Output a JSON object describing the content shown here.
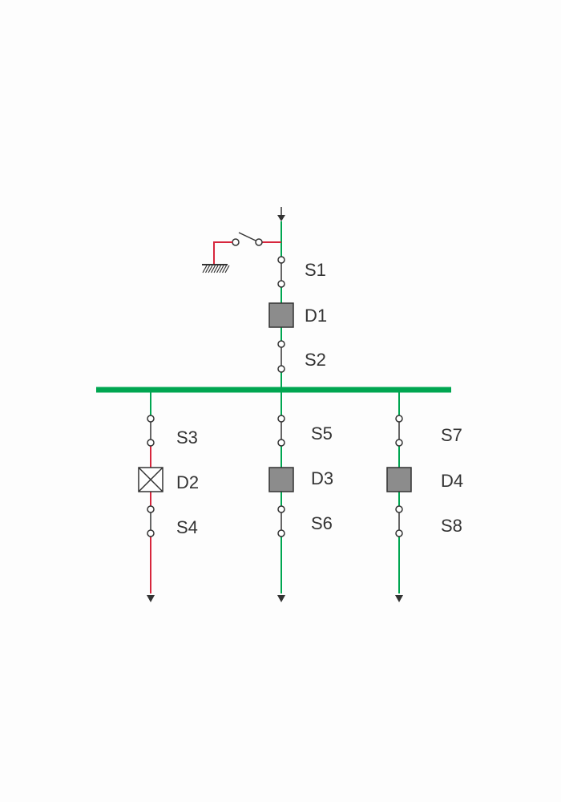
{
  "colors": {
    "energized": "#00a651",
    "grounded": "#d7263d",
    "busbar": "#00a651",
    "device_fill": "#8c8c8c",
    "device_stroke": "#333333",
    "contact_stroke": "#333333",
    "background": "#fdfdfd",
    "label": "#333333"
  },
  "feeder_in": {
    "switches": [
      {
        "id": "S1",
        "label": "S1"
      },
      {
        "id": "S2",
        "label": "S2"
      }
    ],
    "device": {
      "id": "D1",
      "label": "D1",
      "state": "closed"
    },
    "earth_switch": {
      "state": "open",
      "icon": "ground-icon"
    }
  },
  "feeders_out": [
    {
      "name": "left",
      "status": "grounded",
      "switches": [
        {
          "id": "S3",
          "label": "S3"
        },
        {
          "id": "S4",
          "label": "S4"
        }
      ],
      "device": {
        "id": "D2",
        "label": "D2",
        "state": "open"
      }
    },
    {
      "name": "middle",
      "status": "energized",
      "switches": [
        {
          "id": "S5",
          "label": "S5"
        },
        {
          "id": "S6",
          "label": "S6"
        }
      ],
      "device": {
        "id": "D3",
        "label": "D3",
        "state": "closed"
      }
    },
    {
      "name": "right",
      "status": "energized",
      "switches": [
        {
          "id": "S7",
          "label": "S7"
        },
        {
          "id": "S8",
          "label": "S8"
        }
      ],
      "device": {
        "id": "D4",
        "label": "D4",
        "state": "closed"
      }
    }
  ]
}
